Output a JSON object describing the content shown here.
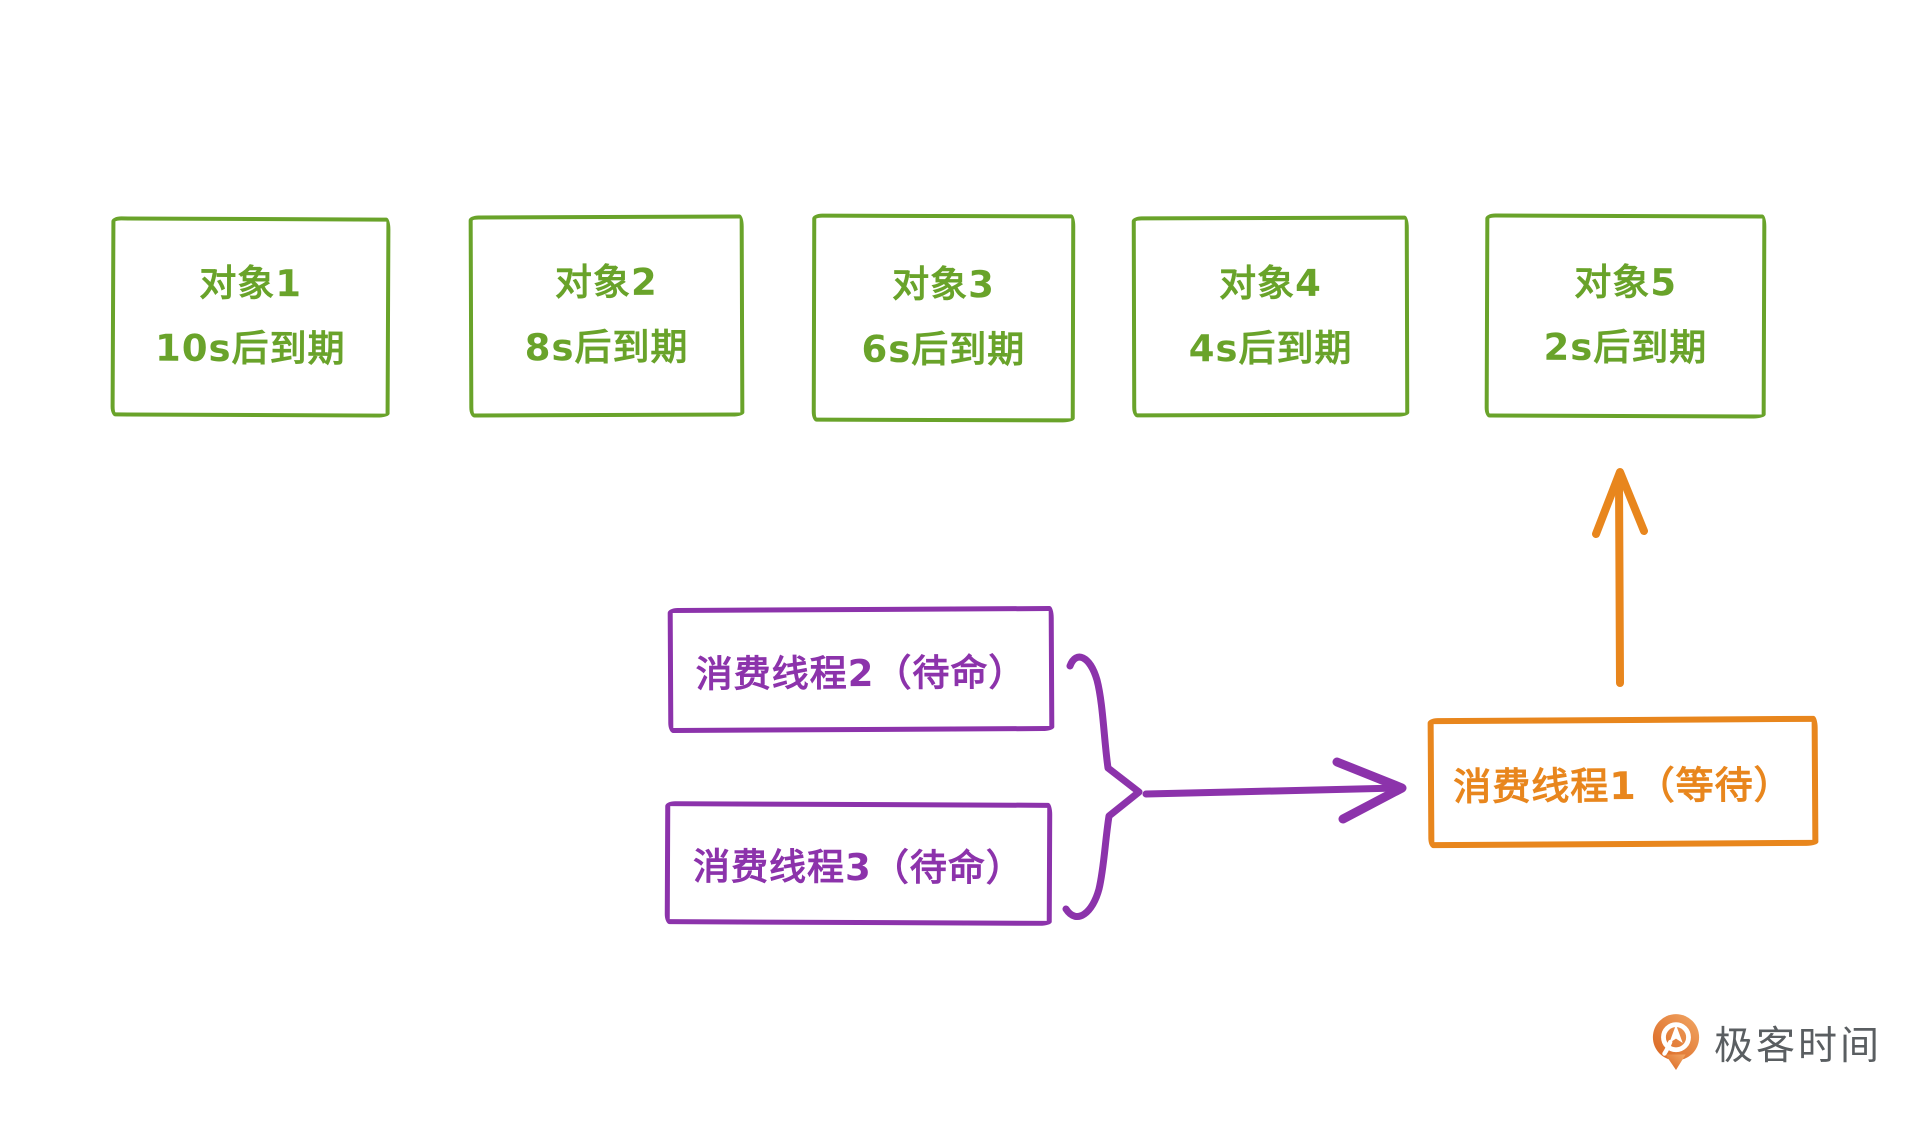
{
  "colors": {
    "green": "#69a32a",
    "purple": "#8c33ab",
    "orange": "#e8861d",
    "logo_gradient_light": "#f2a765",
    "logo_gradient_dark": "#d9641f",
    "logo_text_color": "#5a5e61",
    "background": "#ffffff"
  },
  "objects": [
    {
      "title": "对象1",
      "expiry": "10s后到期"
    },
    {
      "title": "对象2",
      "expiry": "8s后到期"
    },
    {
      "title": "对象3",
      "expiry": "6s后到期"
    },
    {
      "title": "对象4",
      "expiry": "4s后到期"
    },
    {
      "title": "对象5",
      "expiry": "2s后到期"
    }
  ],
  "standby_threads": [
    {
      "label": "消费线程2（待命）"
    },
    {
      "label": "消费线程3（待命）"
    }
  ],
  "waiting_thread": {
    "label": "消费线程1（等待）"
  },
  "logo": {
    "text": "极客时间"
  }
}
